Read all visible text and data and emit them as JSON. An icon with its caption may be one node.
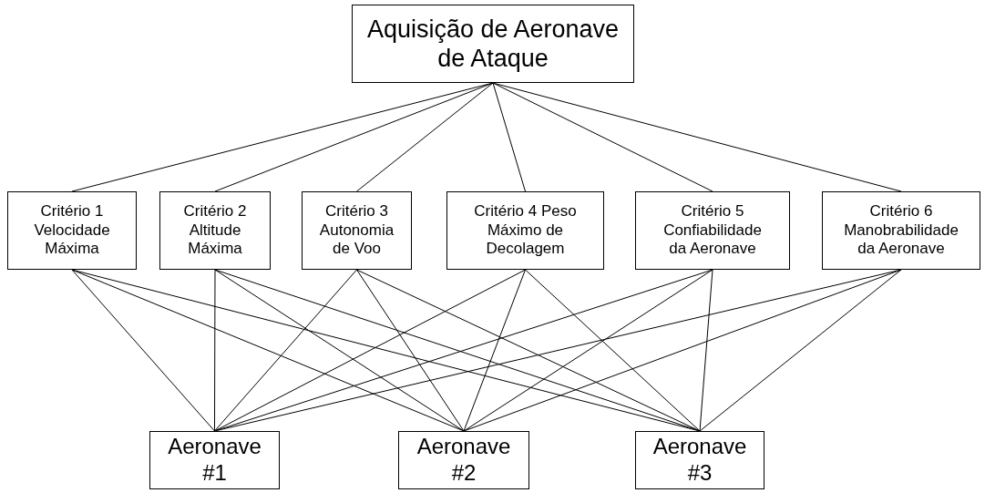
{
  "diagram": {
    "nodes": [
      {
        "text": [
          "Aquisição de Aeronave de Ataque"
        ]
      },
      {
        "text": [
          "Critério 1 Velocidade Máxima"
        ]
      },
      {
        "text": [
          "Critério 2 Altitude Máxima"
        ]
      },
      {
        "text": [
          "Critério 3 Autonomia de Voo"
        ]
      },
      {
        "text": [
          "Critério 4 Peso Máximo de Decolagem"
        ]
      },
      {
        "text": [
          "Critério 5 Confiabilidade da Aeronave"
        ]
      },
      {
        "text": [
          "Critério 6 Manobrabilidade da Aeronave"
        ]
      },
      {
        "text": [
          "Aeronave #1"
        ]
      },
      {
        "text": [
          "Aeronave #2"
        ]
      },
      {
        "text": [
          "Aeronave #3"
        ]
      }
    ],
    "edges": [
      {
        "from": 0,
        "to": 1,
        "arrow": "none"
      },
      {
        "from": 0,
        "to": 2,
        "arrow": "none"
      },
      {
        "from": 0,
        "to": 3,
        "arrow": "none"
      },
      {
        "from": 0,
        "to": 4,
        "arrow": "none"
      },
      {
        "from": 0,
        "to": 5,
        "arrow": "none"
      },
      {
        "from": 0,
        "to": 6,
        "arrow": "none"
      },
      {
        "from": 1,
        "to": 7,
        "arrow": "none"
      },
      {
        "from": 1,
        "to": 8,
        "arrow": "none"
      },
      {
        "from": 1,
        "to": 9,
        "arrow": "none"
      },
      {
        "from": 2,
        "to": 7,
        "arrow": "none"
      },
      {
        "from": 2,
        "to": 8,
        "arrow": "none"
      },
      {
        "from": 2,
        "to": 9,
        "arrow": "none"
      },
      {
        "from": 3,
        "to": 7,
        "arrow": "none"
      },
      {
        "from": 3,
        "to": 8,
        "arrow": "none"
      },
      {
        "from": 3,
        "to": 9,
        "arrow": "none"
      },
      {
        "from": 4,
        "to": 7,
        "arrow": "none"
      },
      {
        "from": 4,
        "to": 8,
        "arrow": "none"
      },
      {
        "from": 4,
        "to": 9,
        "arrow": "none"
      },
      {
        "from": 5,
        "to": 7,
        "arrow": "none"
      },
      {
        "from": 5,
        "to": 8,
        "arrow": "none"
      },
      {
        "from": 5,
        "to": 9,
        "arrow": "none"
      },
      {
        "from": 6,
        "to": 7,
        "arrow": "none"
      },
      {
        "from": 6,
        "to": 8,
        "arrow": "none"
      },
      {
        "from": 6,
        "to": 9,
        "arrow": "none"
      }
    ]
  }
}
